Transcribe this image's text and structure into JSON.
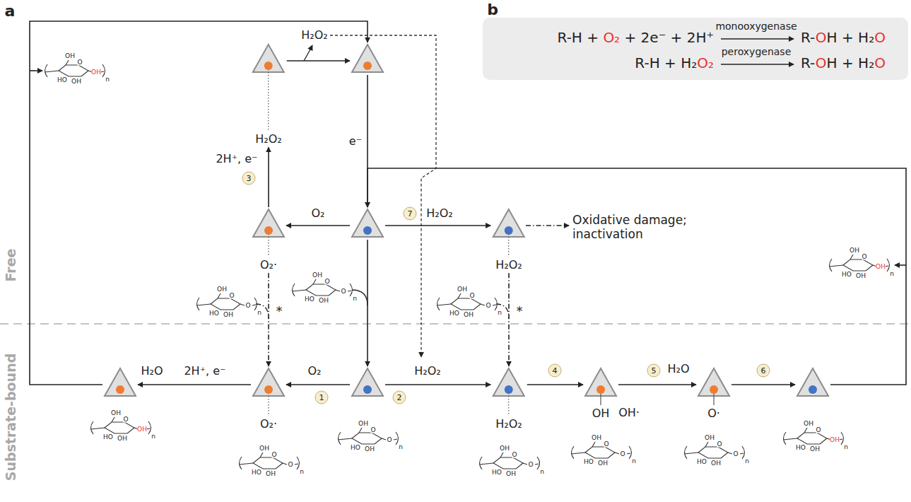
{
  "diagram": {
    "nodes": [
      {
        "text": [
          "H₂O₂"
        ]
      },
      {
        "text": []
      },
      {
        "text": [
          "R-H + O₂ + 2e⁻ + 2H⁺",
          "monooxygenase",
          "R-OH + H₂O",
          "R-H + H₂O₂",
          "peroxygenase",
          "R-OH + H₂O"
        ]
      },
      {
        "text": [
          "O₂·"
        ]
      },
      {
        "text": []
      },
      {
        "text": [
          "H₂O₂"
        ]
      },
      {
        "text": []
      },
      {
        "text": [
          "O₂·"
        ]
      },
      {
        "text": []
      },
      {
        "text": [
          "H₂O₂"
        ]
      },
      {
        "text": [
          "OH"
        ]
      },
      {
        "text": [
          "O·"
        ]
      },
      {
        "text": []
      }
    ],
    "edges": [
      {
        "from": 0,
        "to": 1,
        "arrow": "to",
        "label": "H₂O₂"
      },
      {
        "from": 1,
        "to": 4,
        "arrow": "to",
        "label": "e⁻"
      },
      {
        "from": 4,
        "to": 3,
        "arrow": "to",
        "label": "O₂"
      },
      {
        "from": 3,
        "to": 0,
        "arrow": "to",
        "label": "2H⁺, e⁻"
      },
      {
        "from": 4,
        "to": 5,
        "arrow": "to",
        "label": "H₂O₂"
      },
      {
        "from": 4,
        "to": 8,
        "arrow": "to"
      },
      {
        "from": 3,
        "to": 7,
        "arrow": "to"
      },
      {
        "from": 5,
        "to": 9,
        "arrow": "to"
      },
      {
        "from": 8,
        "to": 7,
        "arrow": "to",
        "label": "O₂"
      },
      {
        "from": 8,
        "to": 9,
        "arrow": "to",
        "label": "H₂O₂"
      },
      {
        "from": 7,
        "to": 6,
        "arrow": "to",
        "label": "2H⁺, e⁻"
      },
      {
        "from": 6,
        "to": 1,
        "arrow": "to"
      },
      {
        "from": 9,
        "to": 10,
        "arrow": "to"
      },
      {
        "from": 10,
        "to": 11,
        "arrow": "to",
        "label": "H₂O"
      },
      {
        "from": 11,
        "to": 12,
        "arrow": "to"
      },
      {
        "from": 12,
        "to": 4,
        "arrow": "to"
      }
    ],
    "labels": [
      "a",
      "b",
      "Free",
      "Substrate-bound",
      "1",
      "2",
      "3",
      "4",
      "5",
      "6",
      "7",
      "*",
      "*",
      "Oxidative damage; inactivation",
      "OH·",
      "H₂O",
      "OH",
      "O",
      "HO",
      "OH",
      "OH",
      "n",
      "OH",
      "O",
      "HO",
      "OH",
      "OH",
      "n",
      "OH",
      "O",
      "HO",
      "OH",
      "O",
      "n",
      "OH",
      "O",
      "HO",
      "OH",
      "O",
      "n",
      "OH",
      "O",
      "HO",
      "OH",
      "O",
      "n",
      "OH",
      "O",
      "HO",
      "OH",
      "OH",
      "n",
      "OH",
      "O",
      "HO",
      "OH",
      "O",
      "n",
      "OH",
      "O",
      "HO",
      "OH",
      "O",
      "n",
      "OH",
      "O",
      "HO",
      "OH",
      "O",
      "n",
      "OH",
      "O",
      "HO",
      "OH",
      "O",
      "n",
      "OH",
      "O",
      "HO",
      "OH",
      "O",
      "n",
      "OH",
      "O",
      "HO",
      "OH",
      "OH",
      "n"
    ]
  }
}
